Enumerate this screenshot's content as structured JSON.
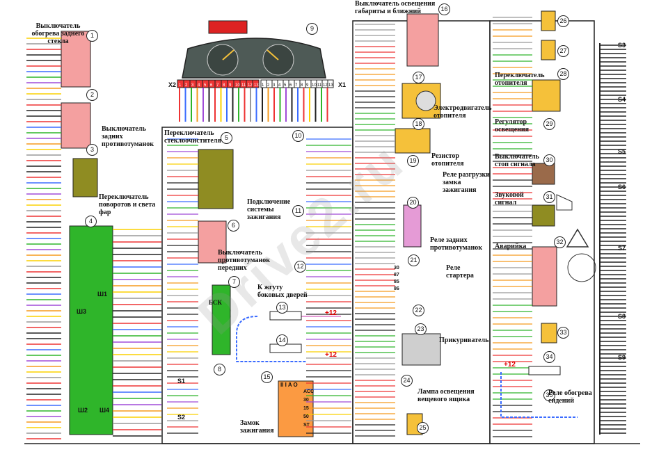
{
  "colors": {
    "pink": "#f4a0a0",
    "yellow": "#f5c13a",
    "green": "#2fb52a",
    "olive": "#8f8c22",
    "orange": "#fb9a42",
    "brown": "#9a6a4a",
    "lilac": "#e59bd6",
    "grey": "#cfcfcf",
    "red": "#e00000",
    "line": "#222222"
  },
  "components": [
    {
      "num": "1",
      "label": "Выключатель\nобогрева заднего\nстекла"
    },
    {
      "num": "2",
      "label": "Выключатель\nзадних\nпротивотуманок"
    },
    {
      "num": "3",
      "label": "Переключатель\nповоротов и света\nфар"
    },
    {
      "num": "4",
      "label": ""
    },
    {
      "num": "5",
      "label": "Переключатель\nстеклоочистителя"
    },
    {
      "num": "6",
      "label": "Выключатель\nпротивотуманок\nпередних"
    },
    {
      "num": "7",
      "label": "БСК"
    },
    {
      "num": "8",
      "label": ""
    },
    {
      "num": "9",
      "label": ""
    },
    {
      "num": "10",
      "label": ""
    },
    {
      "num": "11",
      "label": "Подключение\nсистемы\nзажигания"
    },
    {
      "num": "12",
      "label": "К жгуту\nбоковых дверей"
    },
    {
      "num": "13",
      "label": ""
    },
    {
      "num": "14",
      "label": ""
    },
    {
      "num": "15",
      "label": "Замок\nзажигания"
    },
    {
      "num": "16",
      "label": "Выключатель освещения\nгабариты и ближний"
    },
    {
      "num": "17",
      "label": "Электродвигатель\nотопителя"
    },
    {
      "num": "18",
      "label": "Резистор отопителя"
    },
    {
      "num": "19",
      "label": "Реле разгрузки\nзамка\nзажигания"
    },
    {
      "num": "20",
      "label": "Реле задних\nпротивотуманок"
    },
    {
      "num": "21",
      "label": "Реле\nстартера"
    },
    {
      "num": "22",
      "label": ""
    },
    {
      "num": "23",
      "label": "Прикуриватель"
    },
    {
      "num": "24",
      "label": "Лампа освещения\nвещевого ящика"
    },
    {
      "num": "25",
      "label": ""
    },
    {
      "num": "26",
      "label": ""
    },
    {
      "num": "27",
      "label": ""
    },
    {
      "num": "28",
      "label": "Переключатель\nотопителя"
    },
    {
      "num": "29",
      "label": "Регулятор\nосвещения"
    },
    {
      "num": "30",
      "label": "Выключатель\nстоп сигнала"
    },
    {
      "num": "31",
      "label": "Звуковой\nсигнал"
    },
    {
      "num": "32",
      "label": "Аварийка"
    },
    {
      "num": "33",
      "label": ""
    },
    {
      "num": "34",
      "label": ""
    },
    {
      "num": "35",
      "label": "Реле обогрева\nсидений"
    }
  ],
  "harness_labels": [
    "Ш1",
    "Ш2",
    "Ш3",
    "Ш4"
  ],
  "splice_labels": [
    "S1",
    "S2",
    "S3",
    "S4",
    "S5",
    "S6",
    "S7",
    "S8",
    "S9"
  ],
  "cluster_connectors": {
    "x2": "X2",
    "x1": "X1",
    "x2_pins": [
      "1",
      "2",
      "3",
      "4",
      "5",
      "6",
      "7",
      "8",
      "9",
      "10",
      "11",
      "12",
      "13"
    ],
    "x1_pins": [
      "1",
      "2",
      "3",
      "4",
      "5",
      "6",
      "7",
      "8",
      "9",
      "10",
      "11",
      "12",
      "13"
    ]
  },
  "voltage_labels": [
    "+12",
    "+12",
    "+12"
  ],
  "ignition_switch": {
    "header": "II I A O",
    "rows": [
      "ACC",
      "30",
      "15",
      "50",
      "ST"
    ]
  },
  "relay_pins": [
    "30",
    "87",
    "85",
    "86"
  ],
  "watermark": "Drive2.ru"
}
